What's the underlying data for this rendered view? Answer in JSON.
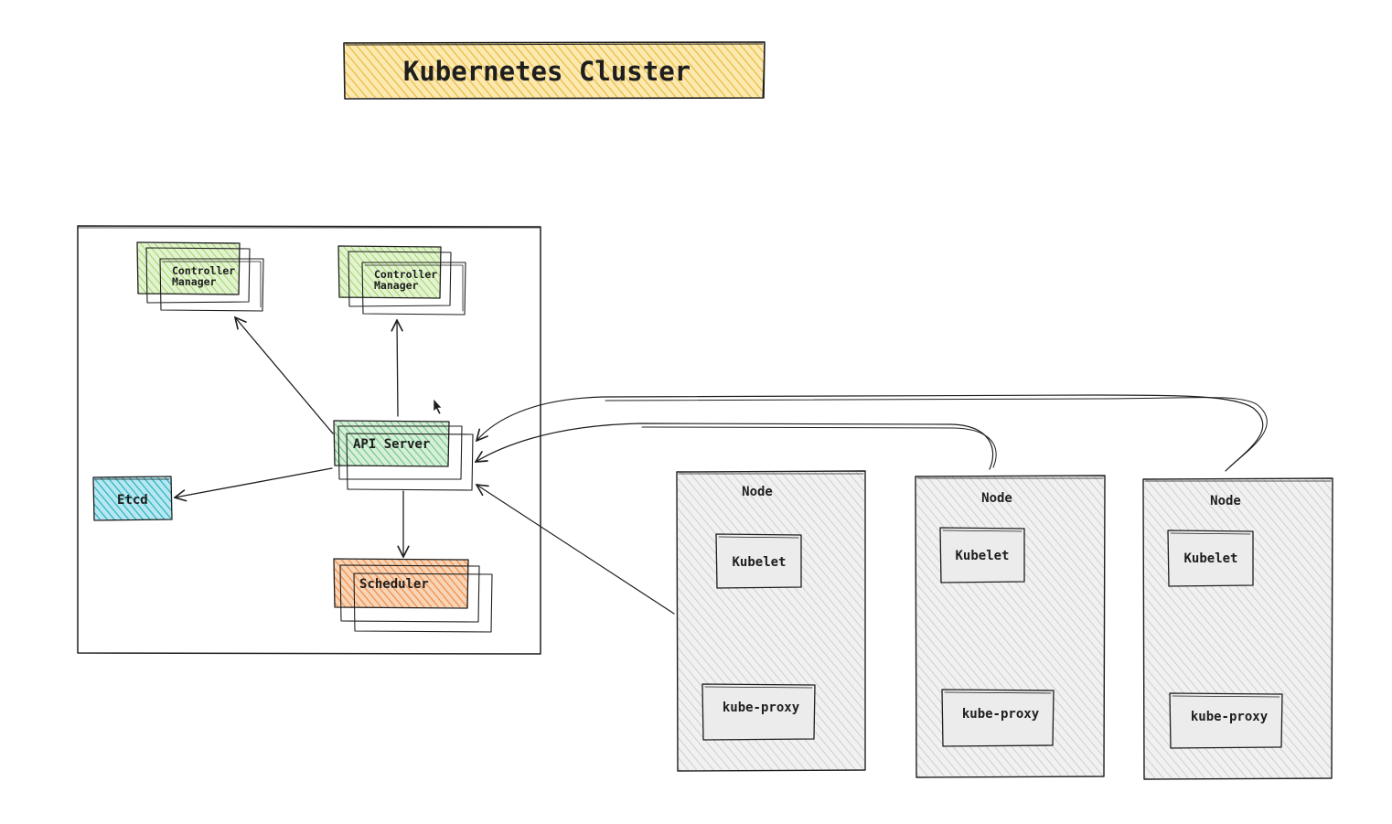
{
  "title": "Kubernetes Cluster",
  "control_plane": {
    "controller_manager_1": {
      "line1": "Controller",
      "line2": "Manager"
    },
    "controller_manager_2": {
      "line1": "Controller",
      "line2": "Manager"
    },
    "api_server": "API Server",
    "etcd": "Etcd",
    "scheduler": "Scheduler"
  },
  "nodes": [
    {
      "title": "Node",
      "kubelet": "Kubelet",
      "kube_proxy": "kube-proxy"
    },
    {
      "title": "Node",
      "kubelet": "Kubelet",
      "kube_proxy": "kube-proxy"
    },
    {
      "title": "Node",
      "kubelet": "Kubelet",
      "kube_proxy": "kube-proxy"
    }
  ],
  "colors": {
    "title_fill": "#f2cc5b",
    "controller_fill": "#a5d86e",
    "api_fill": "#7dc98a",
    "etcd_fill": "#3fbcd0",
    "scheduler_fill": "#ef9a5a",
    "node_fill": "#cfcfcf",
    "ink": "#1e1e1e"
  }
}
